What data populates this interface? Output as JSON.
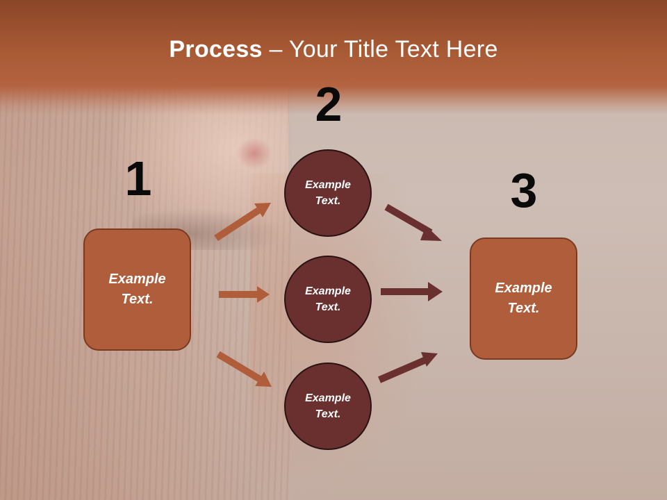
{
  "title": {
    "bold": "Process",
    "separator": " – ",
    "rest": "Your Title Text Here"
  },
  "steps": [
    {
      "number": "1",
      "box": {
        "line1": "Example",
        "line2": "Text."
      }
    },
    {
      "number": "2",
      "circles": [
        {
          "line1": "Example",
          "line2": "Text."
        },
        {
          "line1": "Example",
          "line2": "Text."
        },
        {
          "line1": "Example",
          "line2": "Text."
        }
      ]
    },
    {
      "number": "3",
      "box": {
        "line1": "Example",
        "line2": "Text."
      }
    }
  ],
  "colors": {
    "header": "#a85a35",
    "box_fill": "#b05d3b",
    "circle_fill": "#6a3030",
    "arrow_left": "#b05d3b",
    "arrow_right": "#6a3030"
  }
}
